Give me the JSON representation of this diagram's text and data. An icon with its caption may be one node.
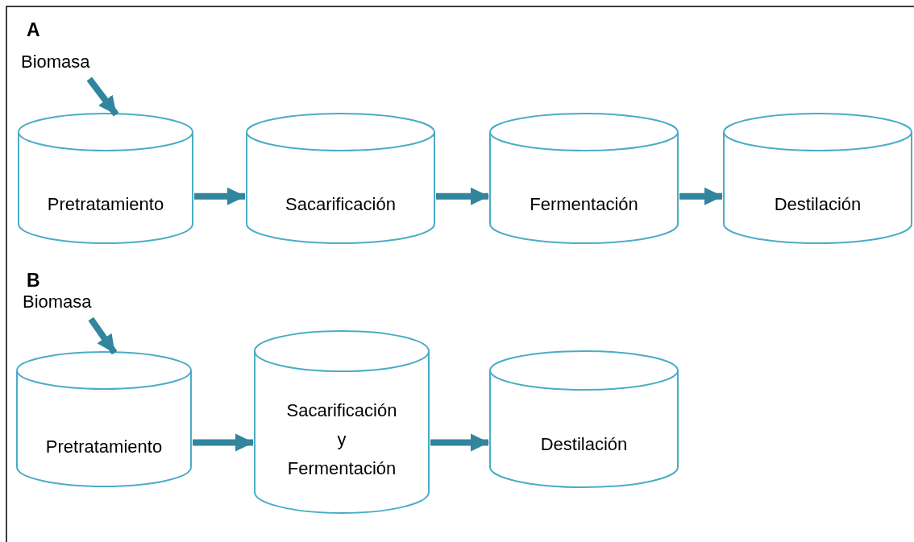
{
  "diagram": {
    "nodes": [
      {
        "text": [
          "Biomasa"
        ]
      },
      {
        "text": [
          "Pretratamiento"
        ]
      },
      {
        "text": [
          "Sacarificación"
        ]
      },
      {
        "text": [
          "Fermentación"
        ]
      },
      {
        "text": [
          "Destilación"
        ]
      },
      {
        "text": [
          "Biomasa"
        ]
      },
      {
        "text": [
          "Pretratamiento"
        ]
      },
      {
        "text": [
          "Sacarificación y Fermentación"
        ]
      },
      {
        "text": [
          "Destilación"
        ]
      }
    ],
    "edges": [
      {
        "from": 0,
        "to": 1,
        "arrow": "to"
      },
      {
        "from": 1,
        "to": 2,
        "arrow": "to"
      },
      {
        "from": 2,
        "to": 3,
        "arrow": "to"
      },
      {
        "from": 3,
        "to": 4,
        "arrow": "to"
      },
      {
        "from": 5,
        "to": 6,
        "arrow": "to"
      },
      {
        "from": 6,
        "to": 7,
        "arrow": "to"
      },
      {
        "from": 7,
        "to": 8,
        "arrow": "to"
      }
    ],
    "labels": [
      "A",
      "B"
    ]
  }
}
